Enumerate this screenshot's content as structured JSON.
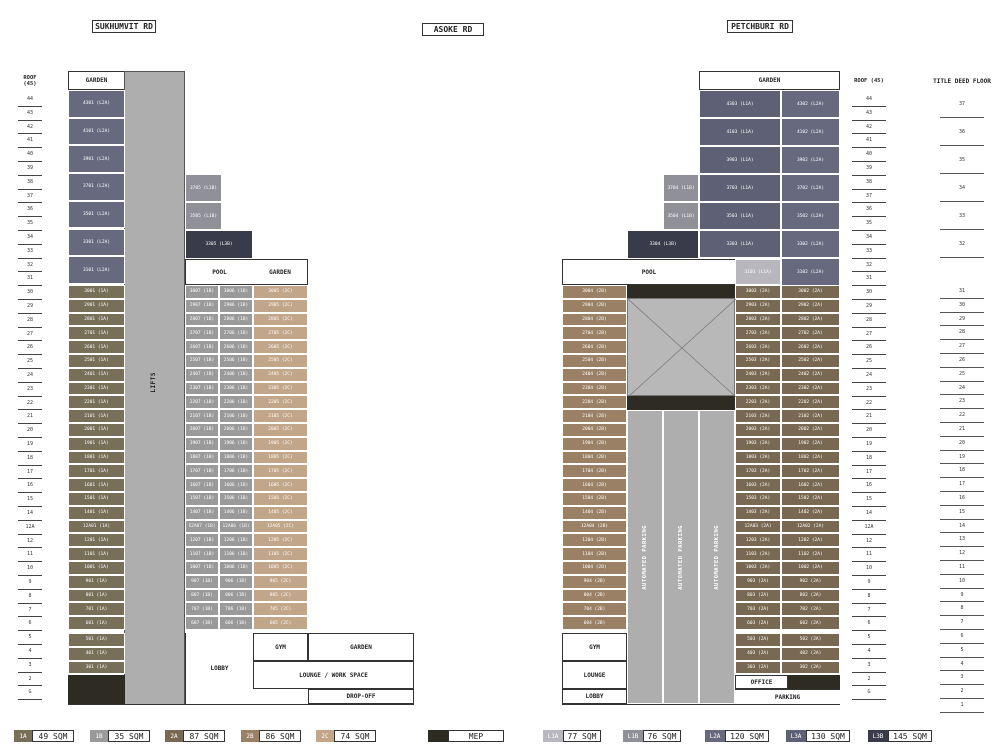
{
  "roads": [
    "SUKHUMVIT RD",
    "ASOKE RD",
    "PETCHBURI RD"
  ],
  "headers": {
    "roof_left": "ROOF (45)",
    "roof_right": "ROOF (45)",
    "title_deed": "TITLE DEED FLOOR",
    "garden_left": "GARDEN",
    "garden_right": "GARDEN",
    "lifts": "LIFTS",
    "pool_left": "POOL",
    "garden_mid": "GARDEN",
    "pool_right": "POOL",
    "gym_left": "GYM",
    "garden_low": "GARDEN",
    "lobby_left": "LOBBY",
    "lounge_left": "LOUNGE / WORK SPACE",
    "dropoff": "DROP-OFF",
    "gym_right": "GYM",
    "lounge_right": "LOUNGE",
    "lobby_right": "LOBBY",
    "office": "OFFICE",
    "parking": "PARKING",
    "auto_parking": "AUTOMATED PARKING"
  },
  "left_floors": [
    "44",
    "43",
    "42",
    "41",
    "40",
    "39",
    "38",
    "37",
    "36",
    "35",
    "34",
    "33",
    "32",
    "31",
    "30",
    "29",
    "28",
    "27",
    "26",
    "25",
    "24",
    "23",
    "22",
    "21",
    "20",
    "19",
    "18",
    "17",
    "16",
    "15",
    "14",
    "12A",
    "12",
    "11",
    "10",
    "9",
    "8",
    "7",
    "6",
    "5",
    "4",
    "3",
    "2",
    "G"
  ],
  "right_floors": [
    "44",
    "43",
    "42",
    "41",
    "40",
    "39",
    "38",
    "37",
    "36",
    "35",
    "34",
    "33",
    "32",
    "31",
    "30",
    "29",
    "28",
    "27",
    "26",
    "25",
    "24",
    "23",
    "22",
    "21",
    "20",
    "19",
    "18",
    "17",
    "16",
    "15",
    "14",
    "12A",
    "12",
    "11",
    "10",
    "9",
    "8",
    "7",
    "6",
    "5",
    "4",
    "3",
    "2",
    "G"
  ],
  "title_deed_floors": [
    "37",
    "36",
    "35",
    "34",
    "33",
    "32",
    "31",
    "30",
    "29",
    "28",
    "27",
    "26",
    "25",
    "24",
    "23",
    "22",
    "21",
    "20",
    "19",
    "18",
    "17",
    "16",
    "15",
    "14",
    "13",
    "12",
    "11",
    "10",
    "9",
    "8",
    "7",
    "6",
    "5",
    "4",
    "3",
    "2",
    "1"
  ],
  "left_penthouses": [
    "4301 (L2A)",
    "4101 (L2A)",
    "3901 (L2A)",
    "3701 (L2A)",
    "3501 (L2A)",
    "3301 (L2A)",
    "3101 (L2A)"
  ],
  "mid_top_units": [
    "3705 (L1B)",
    "3505 (L1B)",
    "3305 (L3B)"
  ],
  "right_pent_a": [
    "4303 (L1A)",
    "4103 (L1A)",
    "3903 (L1A)",
    "3703 (L1A)",
    "3503 (L1A)",
    "3303 (L1A)",
    "3103 (L1A)"
  ],
  "right_pent_b": [
    "4302 (L2A)",
    "4102 (L2A)",
    "3902 (L2A)",
    "3702 (L2A)",
    "3502 (L2A)",
    "3302 (L2A)",
    "3102 (L2A)"
  ],
  "right_top_extra": [
    "3704 (L1B)",
    "3504 (L1B)",
    "3304 (L3B)"
  ],
  "left_units_floors": [
    "30",
    "29",
    "28",
    "27",
    "26",
    "25",
    "24",
    "23",
    "22",
    "21",
    "20",
    "19",
    "18",
    "17",
    "16",
    "15",
    "14",
    "12A",
    "12",
    "11",
    "10",
    "9",
    "8",
    "7",
    "6"
  ],
  "legend_left": [
    {
      "code": "1A",
      "label": "49 SQM"
    },
    {
      "code": "1B",
      "label": "35 SQM"
    },
    {
      "code": "2A",
      "label": "87 SQM"
    },
    {
      "code": "2B",
      "label": "86 SQM"
    },
    {
      "code": "2C",
      "label": "74 SQM"
    },
    {
      "code": "",
      "label": "MEP"
    }
  ],
  "legend_right": [
    {
      "code": "L1A",
      "label": "77 SQM"
    },
    {
      "code": "L1B",
      "label": "76 SQM"
    },
    {
      "code": "L2A",
      "label": "120 SQM"
    },
    {
      "code": "L3A",
      "label": "130 SQM"
    },
    {
      "code": "L3B",
      "label": "145 SQM"
    }
  ],
  "colors": {
    "1A": "#776f58",
    "1B": "#9a9a9a",
    "2A": "#7a6952",
    "2B": "#9a8064",
    "2C": "#c2a689",
    "MEP": "#2e2b22",
    "L1A": "#b7b7bd",
    "L1B": "#8f9098",
    "L2A": "#676a7f",
    "L3A": "#5e6075",
    "L3B": "#3a3b4a"
  }
}
